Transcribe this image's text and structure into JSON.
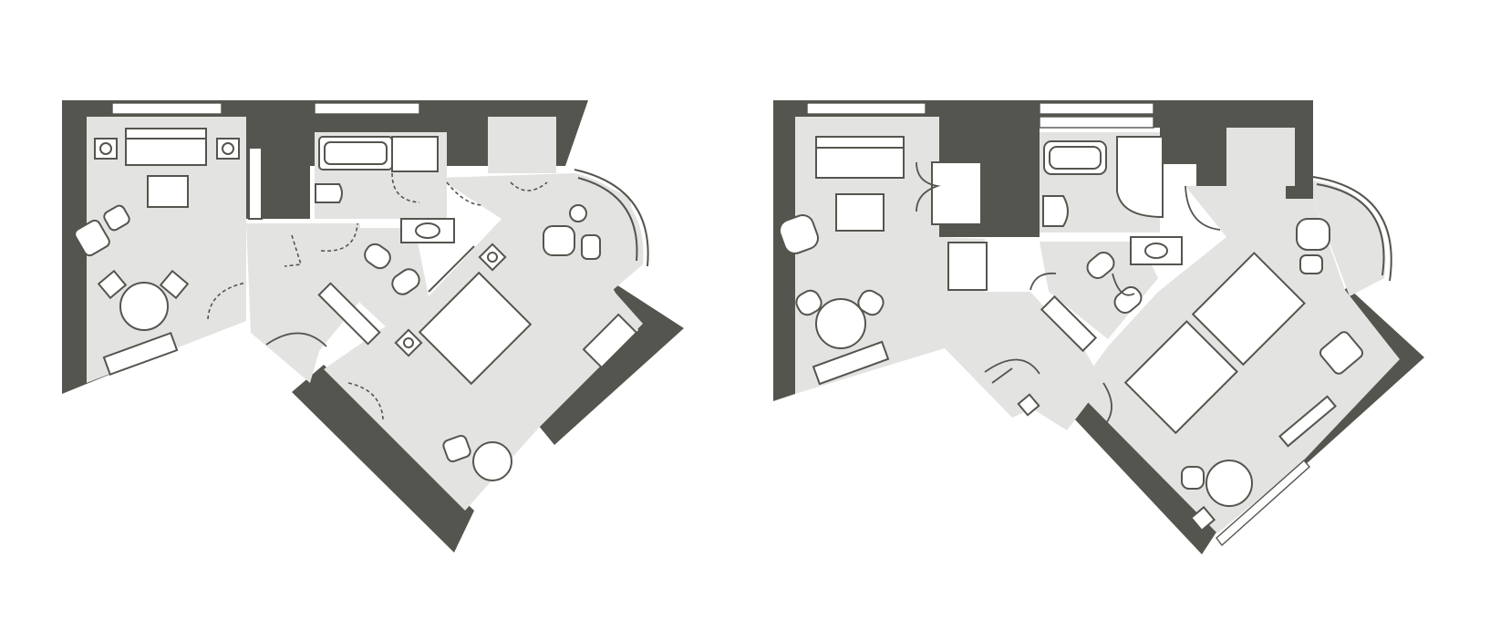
{
  "image": {
    "content": "floor-plans",
    "plans": [
      {
        "id": "suite-left",
        "rooms": [
          "living-room",
          "bathroom",
          "closet",
          "entry",
          "bedroom"
        ]
      },
      {
        "id": "suite-right",
        "rooms": [
          "living-room",
          "bathroom",
          "closet",
          "entry",
          "bedroom"
        ]
      }
    ]
  },
  "colors": {
    "wall": "#55554f",
    "floor": "#e3e3e1",
    "furniture": "#ffffff",
    "background": "#ffffff"
  }
}
